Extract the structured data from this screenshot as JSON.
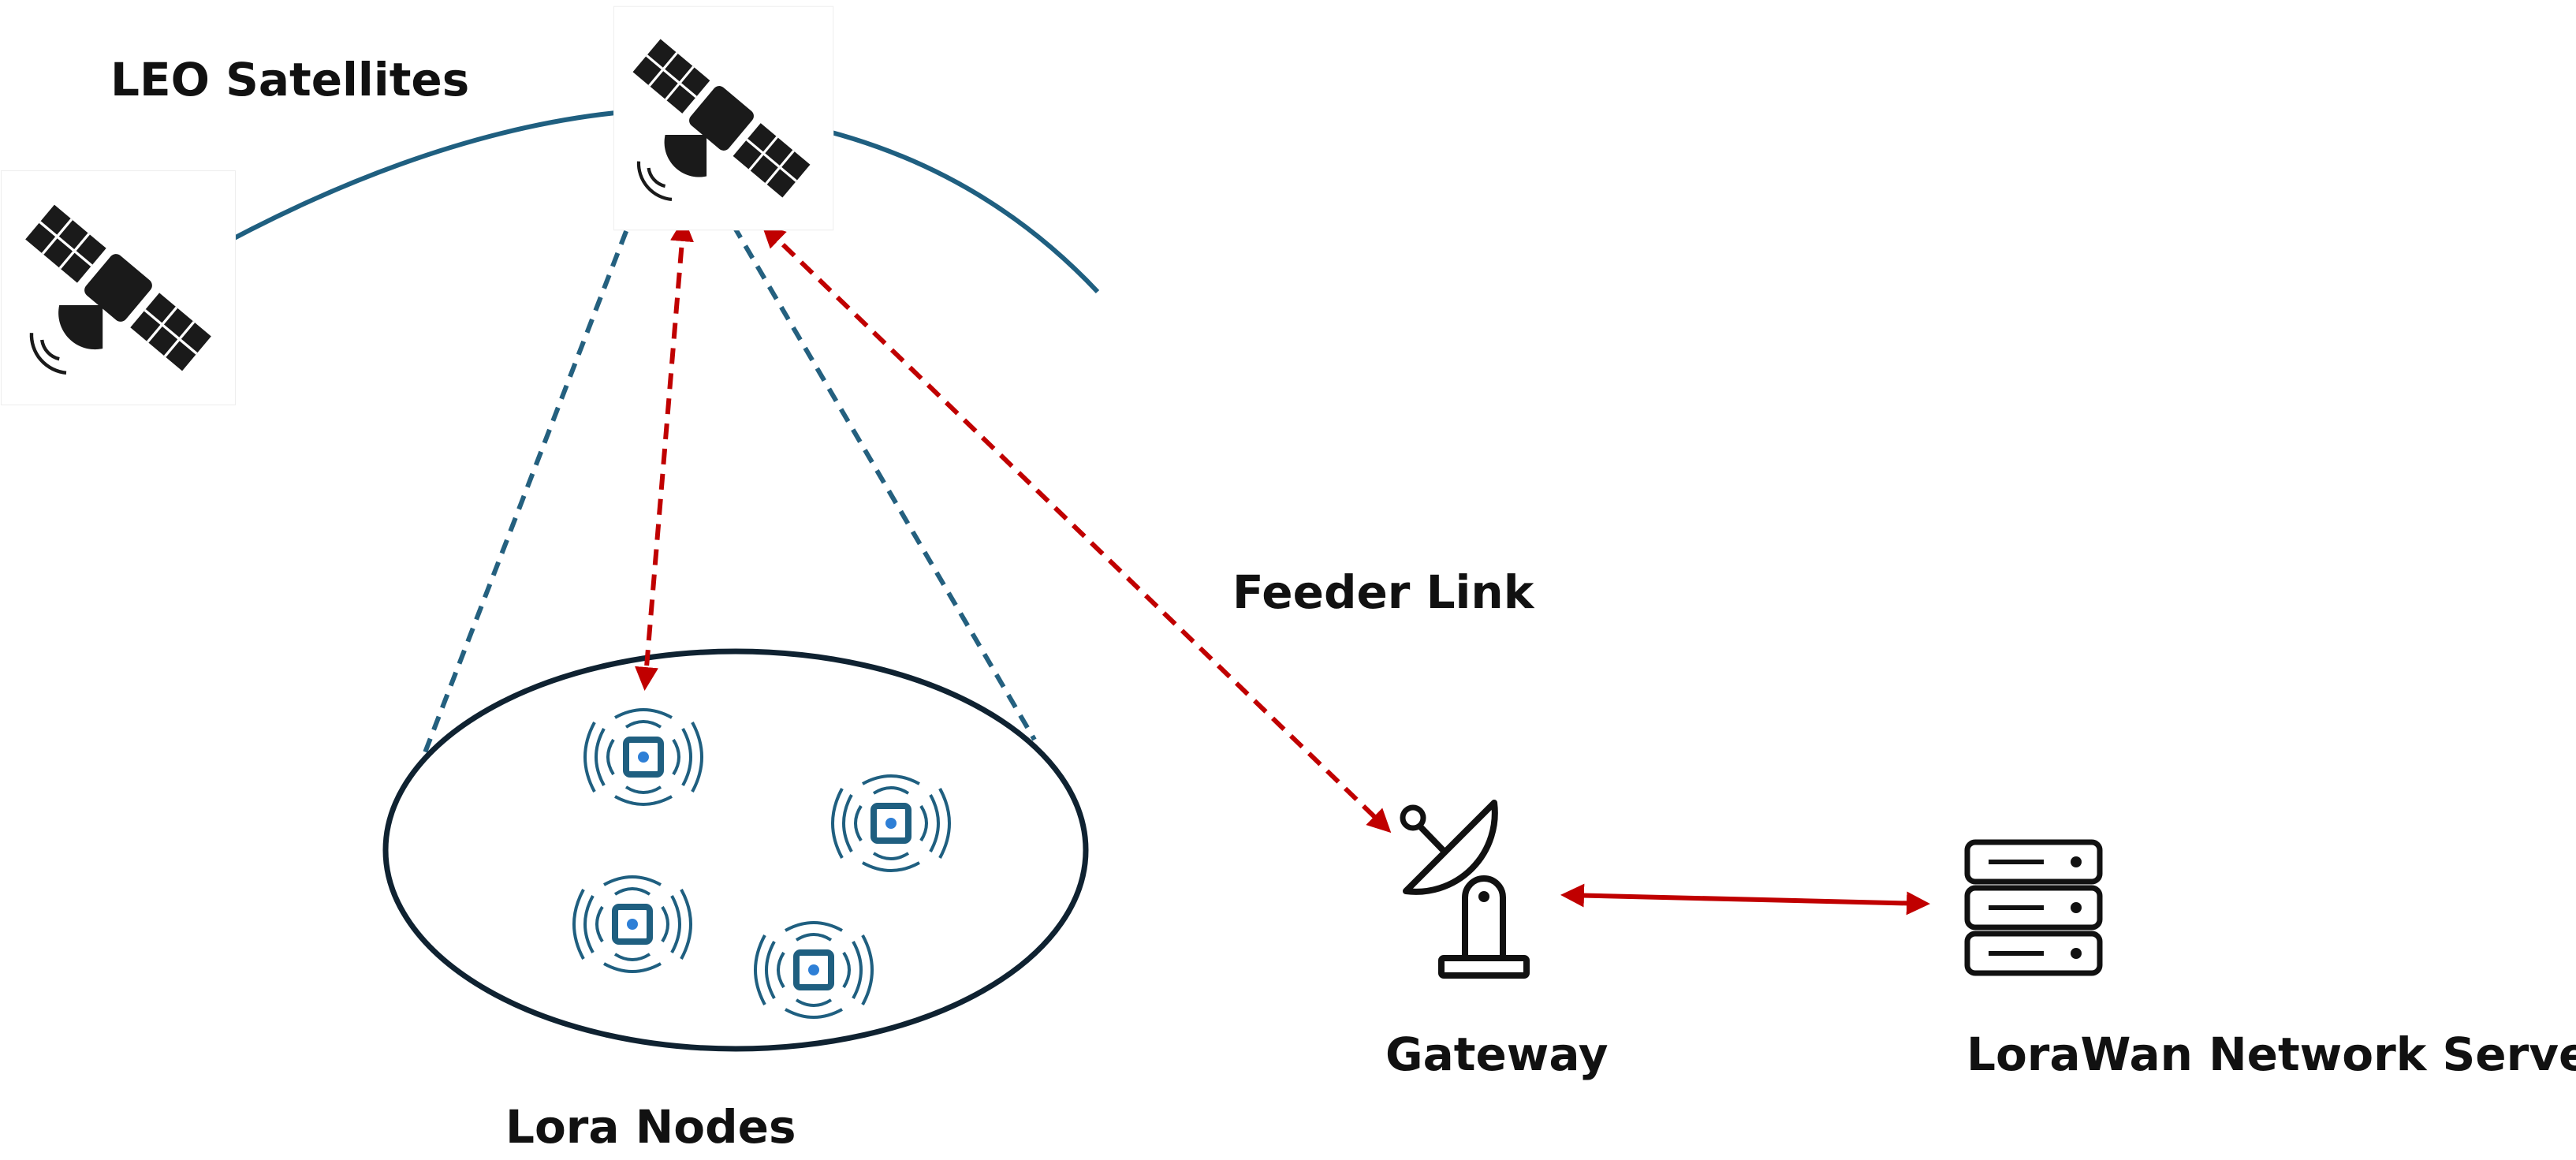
{
  "labels": {
    "leo_satellites": "LEO Satellites",
    "feeder_link": "Feeder Link",
    "gateway": "Gateway",
    "network_server": "LoraWan Network Server",
    "lora_nodes": "Lora Nodes"
  },
  "icons": {
    "satellite": "satellite-icon",
    "lora_node": "lora-node-icon",
    "gateway": "satellite-dish-icon",
    "server": "server-rack-icon"
  },
  "nodes": {
    "count": 4
  },
  "colors": {
    "orbit": "#1f5f80",
    "coverage": "#24607f",
    "link": "#c00000",
    "coverage_ellipse": "#0f2231",
    "node_frame": "#1f5f80",
    "node_dot": "#2e7fd6",
    "icon": "#111111"
  }
}
